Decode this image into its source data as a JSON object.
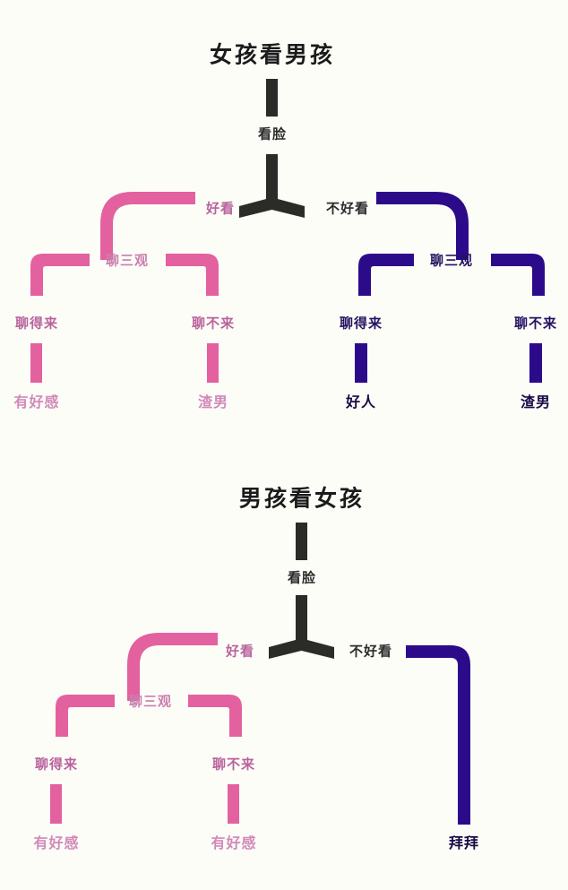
{
  "meta": {
    "background_color": "#fdfdf8",
    "pink_color": "#e3619f",
    "purple_color": "#2c0b8b",
    "black_color": "#2b2b28"
  },
  "charts": [
    {
      "id": "girl-looks-at-boy",
      "title": "女孩看男孩",
      "root_edge_label": "看脸",
      "branches": [
        {
          "side": "left",
          "color": "#e3619f",
          "edge_label": "好看",
          "node_label": "聊三观",
          "children": [
            {
              "edge_label": "聊得来",
              "leaf_label": "有好感"
            },
            {
              "edge_label": "聊不来",
              "leaf_label": "渣男"
            }
          ]
        },
        {
          "side": "right",
          "color": "#2c0b8b",
          "edge_label": "不好看",
          "node_label": "聊三观",
          "children": [
            {
              "edge_label": "聊得来",
              "leaf_label": "好人"
            },
            {
              "edge_label": "聊不来",
              "leaf_label": "渣男"
            }
          ]
        }
      ]
    },
    {
      "id": "boy-looks-at-girl",
      "title": "男孩看女孩",
      "root_edge_label": "看脸",
      "branches": [
        {
          "side": "left",
          "color": "#e3619f",
          "edge_label": "好看",
          "node_label": "聊三观",
          "children": [
            {
              "edge_label": "聊得来",
              "leaf_label": "有好感"
            },
            {
              "edge_label": "聊不来",
              "leaf_label": "有好感"
            }
          ]
        },
        {
          "side": "right",
          "color": "#2c0b8b",
          "edge_label": "不好看",
          "node_label": "",
          "children": [
            {
              "edge_label": "",
              "leaf_label": "拜拜"
            }
          ]
        }
      ]
    }
  ],
  "labels": {
    "t1_title": "女孩看男孩",
    "t1_kanlian": "看脸",
    "t1_haokan": "好看",
    "t1_buhaokan": "不好看",
    "t1_l_sanguan": "聊三观",
    "t1_l_delai": "聊得来",
    "t1_l_bulai": "聊不来",
    "t1_l_leaf1": "有好感",
    "t1_l_leaf2": "渣男",
    "t1_r_sanguan": "聊三观",
    "t1_r_delai": "聊得来",
    "t1_r_bulai": "聊不来",
    "t1_r_leaf1": "好人",
    "t1_r_leaf2": "渣男",
    "t2_title": "男孩看女孩",
    "t2_kanlian": "看脸",
    "t2_haokan": "好看",
    "t2_buhaokan": "不好看",
    "t2_l_sanguan": "聊三观",
    "t2_l_delai": "聊得来",
    "t2_l_bulai": "聊不来",
    "t2_l_leaf1": "有好感",
    "t2_l_leaf2": "有好感",
    "t2_r_leaf": "拜拜"
  }
}
